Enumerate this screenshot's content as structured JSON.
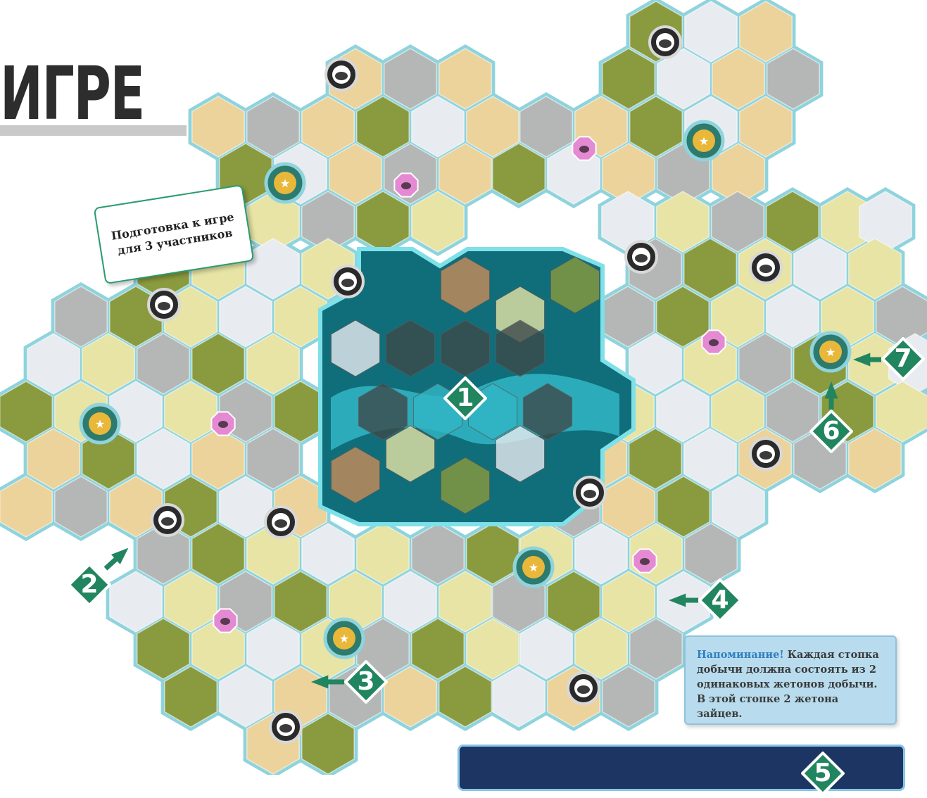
{
  "page": {
    "title": "ИГРЕ"
  },
  "setup_card": {
    "line1": "Подготовка к игре",
    "line2": "для 3 участников"
  },
  "reminder": {
    "highlight": "Напоминание!",
    "text": " Каждая стопка добычи должна состоять из 2 одинаковых жетонов добычи. В этой стопке 2 жетона зайцев."
  },
  "markers": {
    "m1": "1",
    "m2": "2",
    "m3": "3",
    "m4": "4",
    "m5": "5",
    "m6": "6",
    "m7": "7"
  },
  "colors": {
    "border_teal": "#8fd3dc",
    "forest": "#8a9a3e",
    "meadow": "#e7e4a5",
    "desert": "#ecd39b",
    "snow": "#e8ecf0",
    "mountain": "#b4b7b5",
    "river": "#31b7c6",
    "badge_green": "#21855f",
    "prey_pink": "#e48ad2"
  },
  "icons": [
    "prey-token-icon",
    "predator-token-icon",
    "star-token-icon",
    "arrow-icon"
  ]
}
